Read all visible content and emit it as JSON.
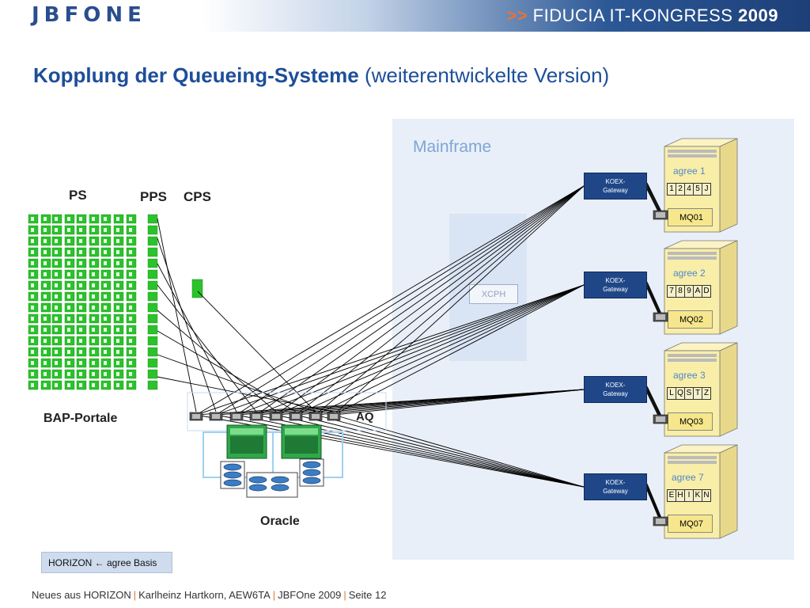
{
  "header": {
    "logo": "JBFONE",
    "congress_arrow": ">>",
    "congress_title": "FIDUCIA IT-KONGRESS",
    "congress_year": "2009"
  },
  "slide": {
    "title": "Kopplung der Queueing-Systeme",
    "subtitle": "(weiterentwickelte Version)"
  },
  "diagram": {
    "mainframe_label": "Mainframe",
    "xcph_label": "XCPH",
    "ps_label": "PS",
    "pps_label": "PPS",
    "cps_label": "CPS",
    "bap_label": "BAP-Portale",
    "aq_label": "AQ",
    "oracle_label": "Oracle",
    "gateways": [
      {
        "line1": "KOEX-",
        "line2": "Gateway"
      },
      {
        "line1": "KOEX-",
        "line2": "Gateway"
      },
      {
        "line1": "KOEX-",
        "line2": "Gateway"
      },
      {
        "line1": "KOEX-",
        "line2": "Gateway"
      }
    ],
    "servers": [
      {
        "agree": "agree 1",
        "queue": [
          "1",
          "2",
          "4",
          "5",
          "J"
        ],
        "mq": "MQ01"
      },
      {
        "agree": "agree 2",
        "queue": [
          "7",
          "8",
          "9",
          "A",
          "D"
        ],
        "mq": "MQ02"
      },
      {
        "agree": "agree 3",
        "queue": [
          "L",
          "Q",
          "S",
          "T",
          "Z"
        ],
        "mq": "MQ03"
      },
      {
        "agree": "agree 7",
        "queue": [
          "E",
          "H",
          "I",
          "K",
          "N"
        ],
        "mq": "MQ07"
      }
    ]
  },
  "horizon_box": "HORIZON ← agree Basis",
  "footer": {
    "part1": "Neues aus HORIZON",
    "part2": "Karlheinz Hartkorn, AEW6TA",
    "part3": "JBFOne 2009",
    "part4": "Seite 12"
  },
  "colors": {
    "title": "#1d4e99",
    "gateway": "#1f4788",
    "mainframe_bg": "#e9eff8",
    "accent_orange": "#e37a30",
    "portal_green": "#2bc22b"
  }
}
